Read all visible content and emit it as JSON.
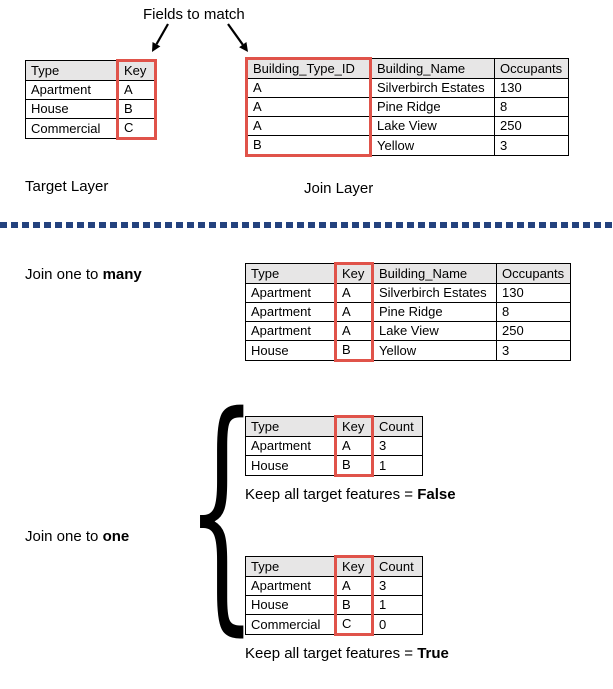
{
  "title": {
    "fields_to_match": "Fields to match"
  },
  "labels": {
    "target_layer": "Target Layer",
    "join_layer": "Join Layer",
    "join_one_to_many_prefix": "Join one to ",
    "join_one_to_many_bold": "many",
    "join_one_to_one_prefix": "Join one to ",
    "join_one_to_one_bold": "one",
    "keep_false_prefix": "Keep all target features = ",
    "keep_false_bold": "False",
    "keep_true_prefix": "Keep all target features = ",
    "keep_true_bold": "True"
  },
  "colors": {
    "highlight_red": "#e0534a",
    "divider_blue": "#24427e",
    "header_gray": "#e7e6e6"
  },
  "icons": {
    "left_arrow": "down-left-arrow",
    "right_arrow": "down-right-arrow"
  },
  "tables": {
    "target": {
      "headers": [
        "Type",
        "Key"
      ],
      "highlight_col": 1,
      "rows": [
        [
          "Apartment",
          "A"
        ],
        [
          "House",
          "B"
        ],
        [
          "Commercial",
          "C"
        ]
      ]
    },
    "join": {
      "headers": [
        "Building_Type_ID",
        "Building_Name",
        "Occupants"
      ],
      "highlight_col": 0,
      "rows": [
        [
          "A",
          "Silverbirch Estates",
          "130"
        ],
        [
          "A",
          "Pine Ridge",
          "8"
        ],
        [
          "A",
          "Lake View",
          "250"
        ],
        [
          "B",
          "Yellow",
          "3"
        ]
      ]
    },
    "one_to_many": {
      "headers": [
        "Type",
        "Key",
        "Building_Name",
        "Occupants"
      ],
      "highlight_col": 1,
      "rows": [
        [
          "Apartment",
          "A",
          "Silverbirch Estates",
          "130"
        ],
        [
          "Apartment",
          "A",
          "Pine Ridge",
          "8"
        ],
        [
          "Apartment",
          "A",
          "Lake View",
          "250"
        ],
        [
          "House",
          "B",
          "Yellow",
          "3"
        ]
      ]
    },
    "one_to_one_false": {
      "headers": [
        "Type",
        "Key",
        "Count"
      ],
      "highlight_col": 1,
      "rows": [
        [
          "Apartment",
          "A",
          "3"
        ],
        [
          "House",
          "B",
          "1"
        ]
      ]
    },
    "one_to_one_true": {
      "headers": [
        "Type",
        "Key",
        "Count"
      ],
      "highlight_col": 1,
      "rows": [
        [
          "Apartment",
          "A",
          "3"
        ],
        [
          "House",
          "B",
          "1"
        ],
        [
          "Commercial",
          "C",
          "0"
        ]
      ]
    }
  }
}
